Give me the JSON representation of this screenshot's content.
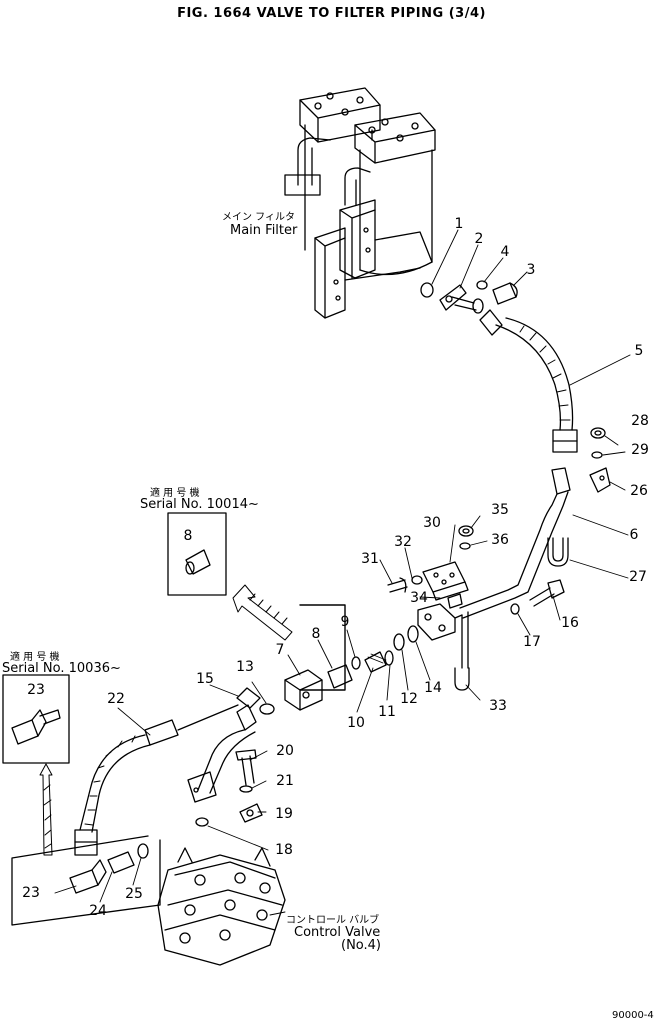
{
  "title": "FIG. 1664  VALVE TO FILTER PIPING (3/4)",
  "labels": {
    "main_filter_jp": "メイン フィルタ",
    "main_filter": "Main Filter",
    "serial1_jp": "適 用 号 機",
    "serial1": "Serial No. 10014~",
    "serial2_jp": "適 用 号 機",
    "serial2": "Serial No. 10036~",
    "control_valve_jp": "コントロール バルブ",
    "control_valve": "Control Valve",
    "control_valve_no": "(No.4)",
    "corner_code": "90000-4"
  },
  "parts": [
    "1",
    "2",
    "3",
    "4",
    "5",
    "6",
    "7",
    "8",
    "9",
    "10",
    "11",
    "12",
    "13",
    "14",
    "15",
    "16",
    "17",
    "18",
    "19",
    "20",
    "21",
    "22",
    "23",
    "24",
    "25",
    "26",
    "27",
    "28",
    "29",
    "30",
    "31",
    "32",
    "33",
    "34",
    "35",
    "36"
  ],
  "inset_parts": {
    "inset1": "8",
    "inset2": "23"
  },
  "colors": {
    "ink": "#000000",
    "paper": "#ffffff"
  }
}
